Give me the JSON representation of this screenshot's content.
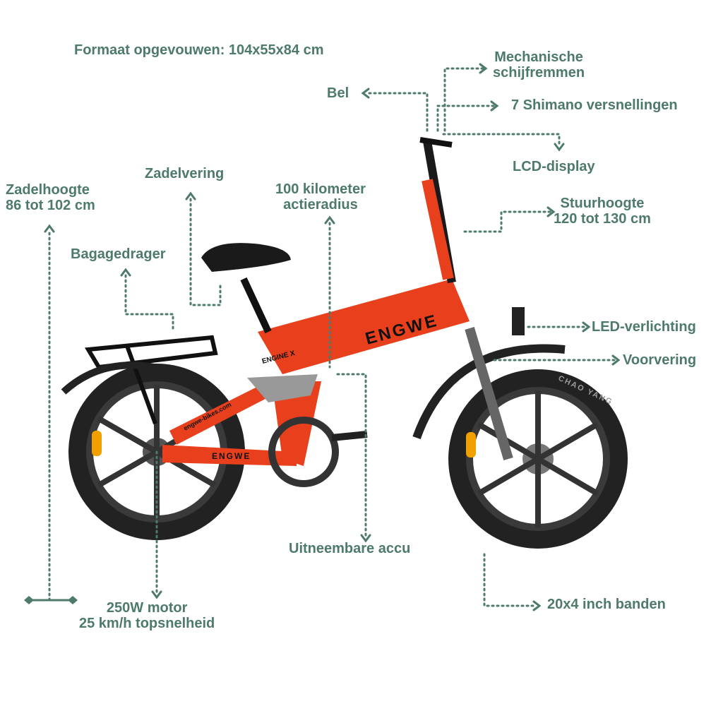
{
  "labels": {
    "folded_size": "Formaat opgevouwen: 104x55x84 cm",
    "brakes": [
      "Mechanische",
      "schijfremmen"
    ],
    "bell": "Bel",
    "gears": "7 Shimano versnellingen",
    "display": "LCD-display",
    "seat_suspension": "Zadelvering",
    "range": [
      "100 kilometer",
      "actieradius"
    ],
    "saddle_height": [
      "Zadelhoogte",
      "86 tot 102 cm"
    ],
    "handlebar_height": [
      "Stuurhoogte",
      "120 tot 130 cm"
    ],
    "rack": "Bagagedrager",
    "lighting": "LED-verlichting",
    "front_suspension": "Voorvering",
    "battery": "Uitneembare accu",
    "tires": "20x4 inch banden",
    "motor": [
      "250W motor",
      "25 km/h topsnelheid"
    ]
  },
  "product": {
    "brand": "ENGWE",
    "model": "ENGINE X",
    "tire_brand": "CHAO YANG",
    "website": "engwe-bikes.com"
  },
  "colors": {
    "label": "#4d7a6a",
    "frame": "#e8401c",
    "tire": "#1e1e1e"
  }
}
